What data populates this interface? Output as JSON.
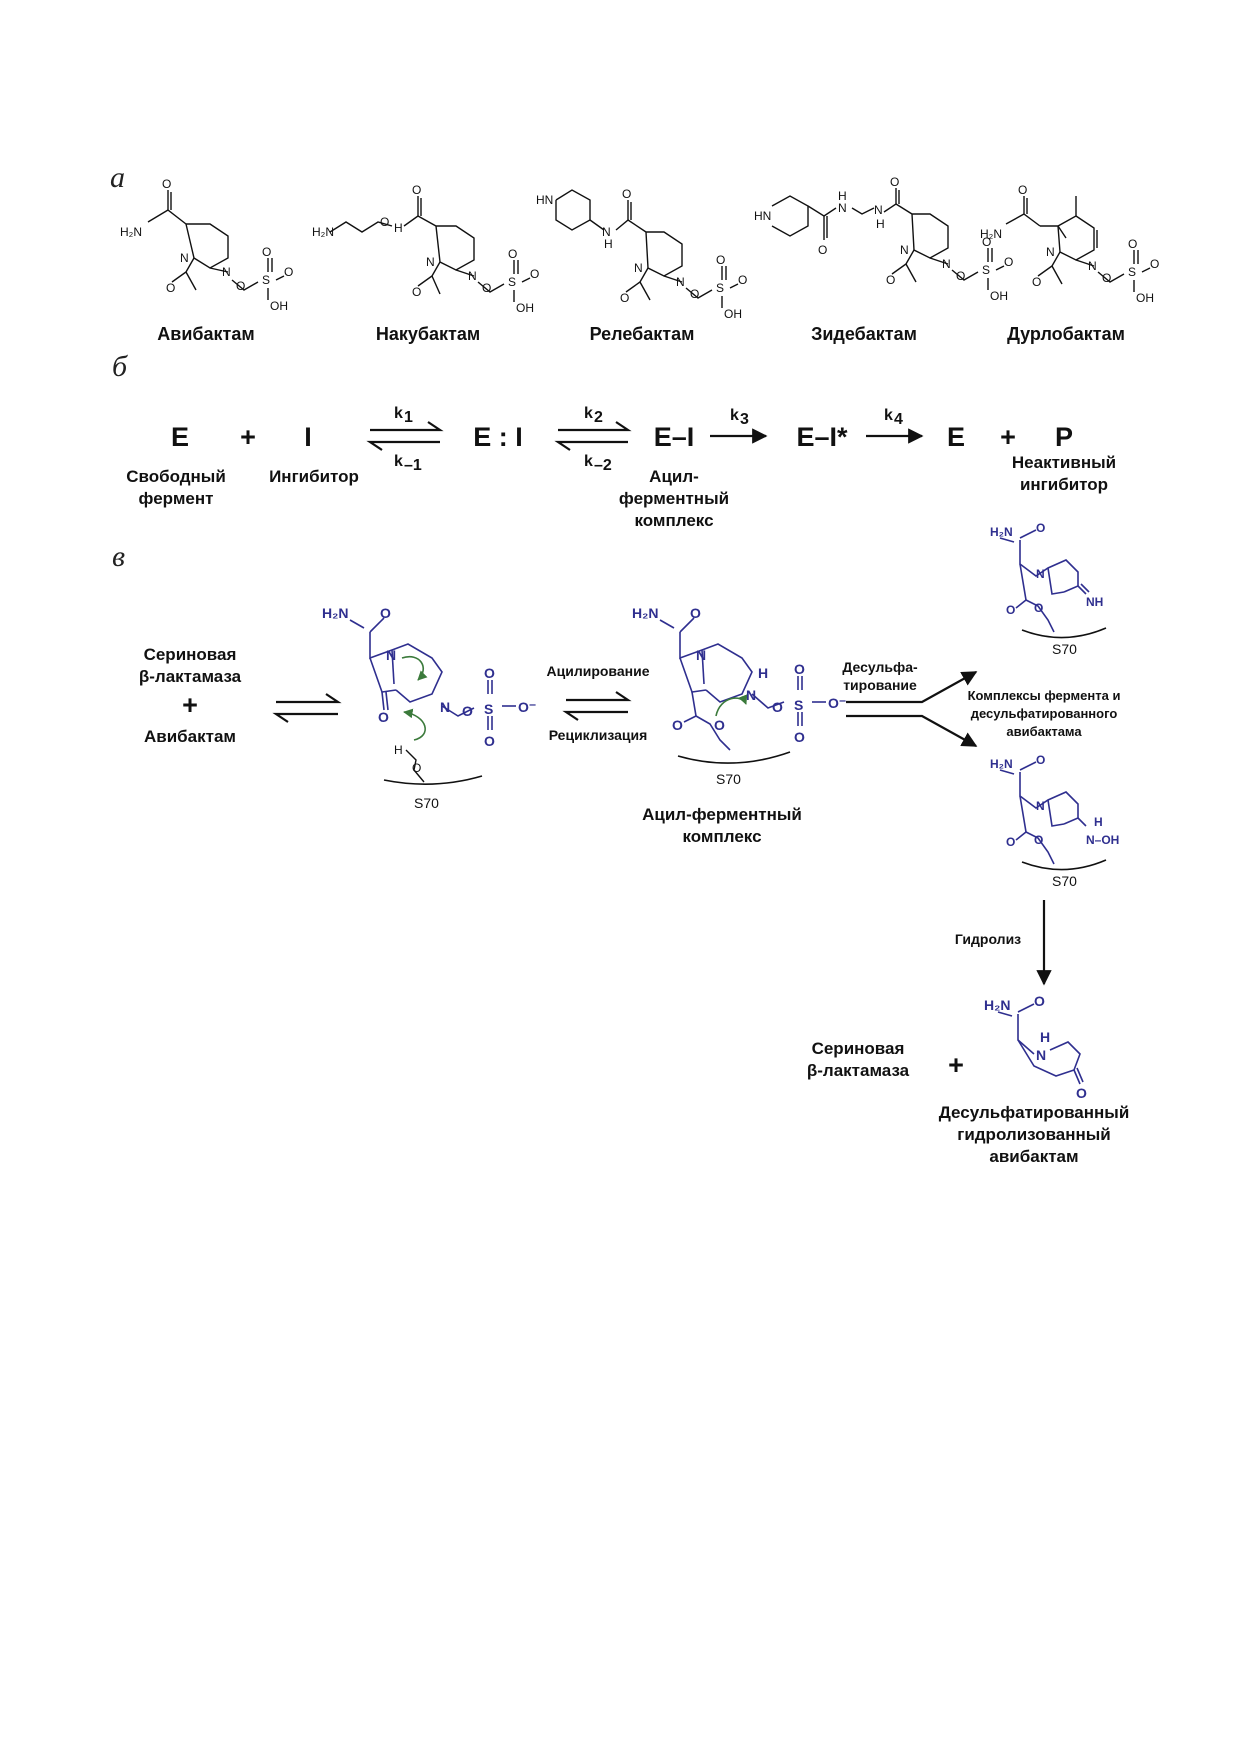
{
  "panels": {
    "a": "а",
    "b": "б",
    "c": "в"
  },
  "drugs": [
    {
      "name": "Авибактам"
    },
    {
      "name": "Накубактам"
    },
    {
      "name": "Релебактам"
    },
    {
      "name": "Зидебактам"
    },
    {
      "name": "Дурлобактам"
    }
  ],
  "atoms": {
    "h2n": "H₂N",
    "o": "O",
    "n": "N",
    "nh": "NH",
    "hn": "HN",
    "h": "H",
    "s": "S",
    "oh": "OH",
    "ominus": "O⁻",
    "nh_oh": "N–OH",
    "serine": "S70"
  },
  "kinetics": {
    "species": [
      "E",
      "+",
      "I",
      "E : I",
      "E–I",
      "E–I*",
      "E",
      "+",
      "P"
    ],
    "k1": "k",
    "k1_sub": "1",
    "km1": "k",
    "km1_sub": "–1",
    "k2": "k",
    "k2_sub": "2",
    "km2": "k",
    "km2_sub": "–2",
    "k3": "k",
    "k3_sub": "3",
    "k4": "k",
    "k4_sub": "4",
    "free_enzyme": [
      "Свободный",
      "фермент"
    ],
    "inhibitor": "Ингибитор",
    "acyl_enzyme": [
      "Ацил-",
      "ферментный",
      "комплекс"
    ],
    "inactive": [
      "Неактивный",
      "ингибитор"
    ]
  },
  "mechanism": {
    "reactants": [
      "Сериновая",
      "β-лактамаза",
      "+",
      "Авибактам"
    ],
    "acylation": "Ацилирование",
    "recyclization": "Рециклизация",
    "acyl_complex": [
      "Ацил-ферментный",
      "комплекс"
    ],
    "desulfation": [
      "Десульфа-",
      "тирование"
    ],
    "complexes": [
      "Комплексы фермента и",
      "десульфатированного",
      "авибактама"
    ],
    "hydrolysis": "Гидролиз",
    "products_enzyme": [
      "Сериновая",
      "β-лактамаза"
    ],
    "plus": "+",
    "final_product": [
      "Десульфатированный",
      "гидролизованный",
      "авибактам"
    ]
  },
  "colors": {
    "molecule": "#2f2f8f",
    "curved_arrow": "#3b7a3b",
    "text": "#111111"
  }
}
